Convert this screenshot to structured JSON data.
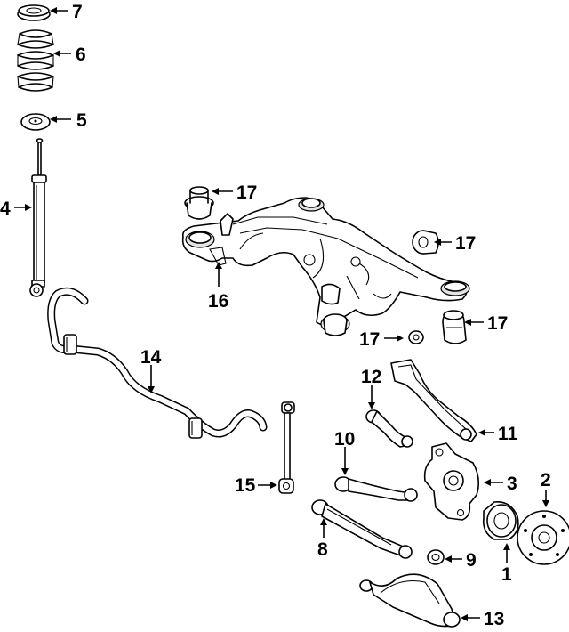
{
  "callouts": [
    {
      "id": "c1",
      "text": "1"
    },
    {
      "id": "c2",
      "text": "2"
    },
    {
      "id": "c3",
      "text": "3"
    },
    {
      "id": "c4",
      "text": "4"
    },
    {
      "id": "c5",
      "text": "5"
    },
    {
      "id": "c6",
      "text": "6"
    },
    {
      "id": "c7",
      "text": "7"
    },
    {
      "id": "c8",
      "text": "8"
    },
    {
      "id": "c9",
      "text": "9"
    },
    {
      "id": "c10",
      "text": "10"
    },
    {
      "id": "c11",
      "text": "11"
    },
    {
      "id": "c12",
      "text": "12"
    },
    {
      "id": "c13",
      "text": "13"
    },
    {
      "id": "c14",
      "text": "14"
    },
    {
      "id": "c15",
      "text": "15"
    },
    {
      "id": "c16",
      "text": "16"
    },
    {
      "id": "c17a",
      "text": "17"
    },
    {
      "id": "c17b",
      "text": "17"
    },
    {
      "id": "c17c",
      "text": "17"
    },
    {
      "id": "c17d",
      "text": "17"
    }
  ]
}
